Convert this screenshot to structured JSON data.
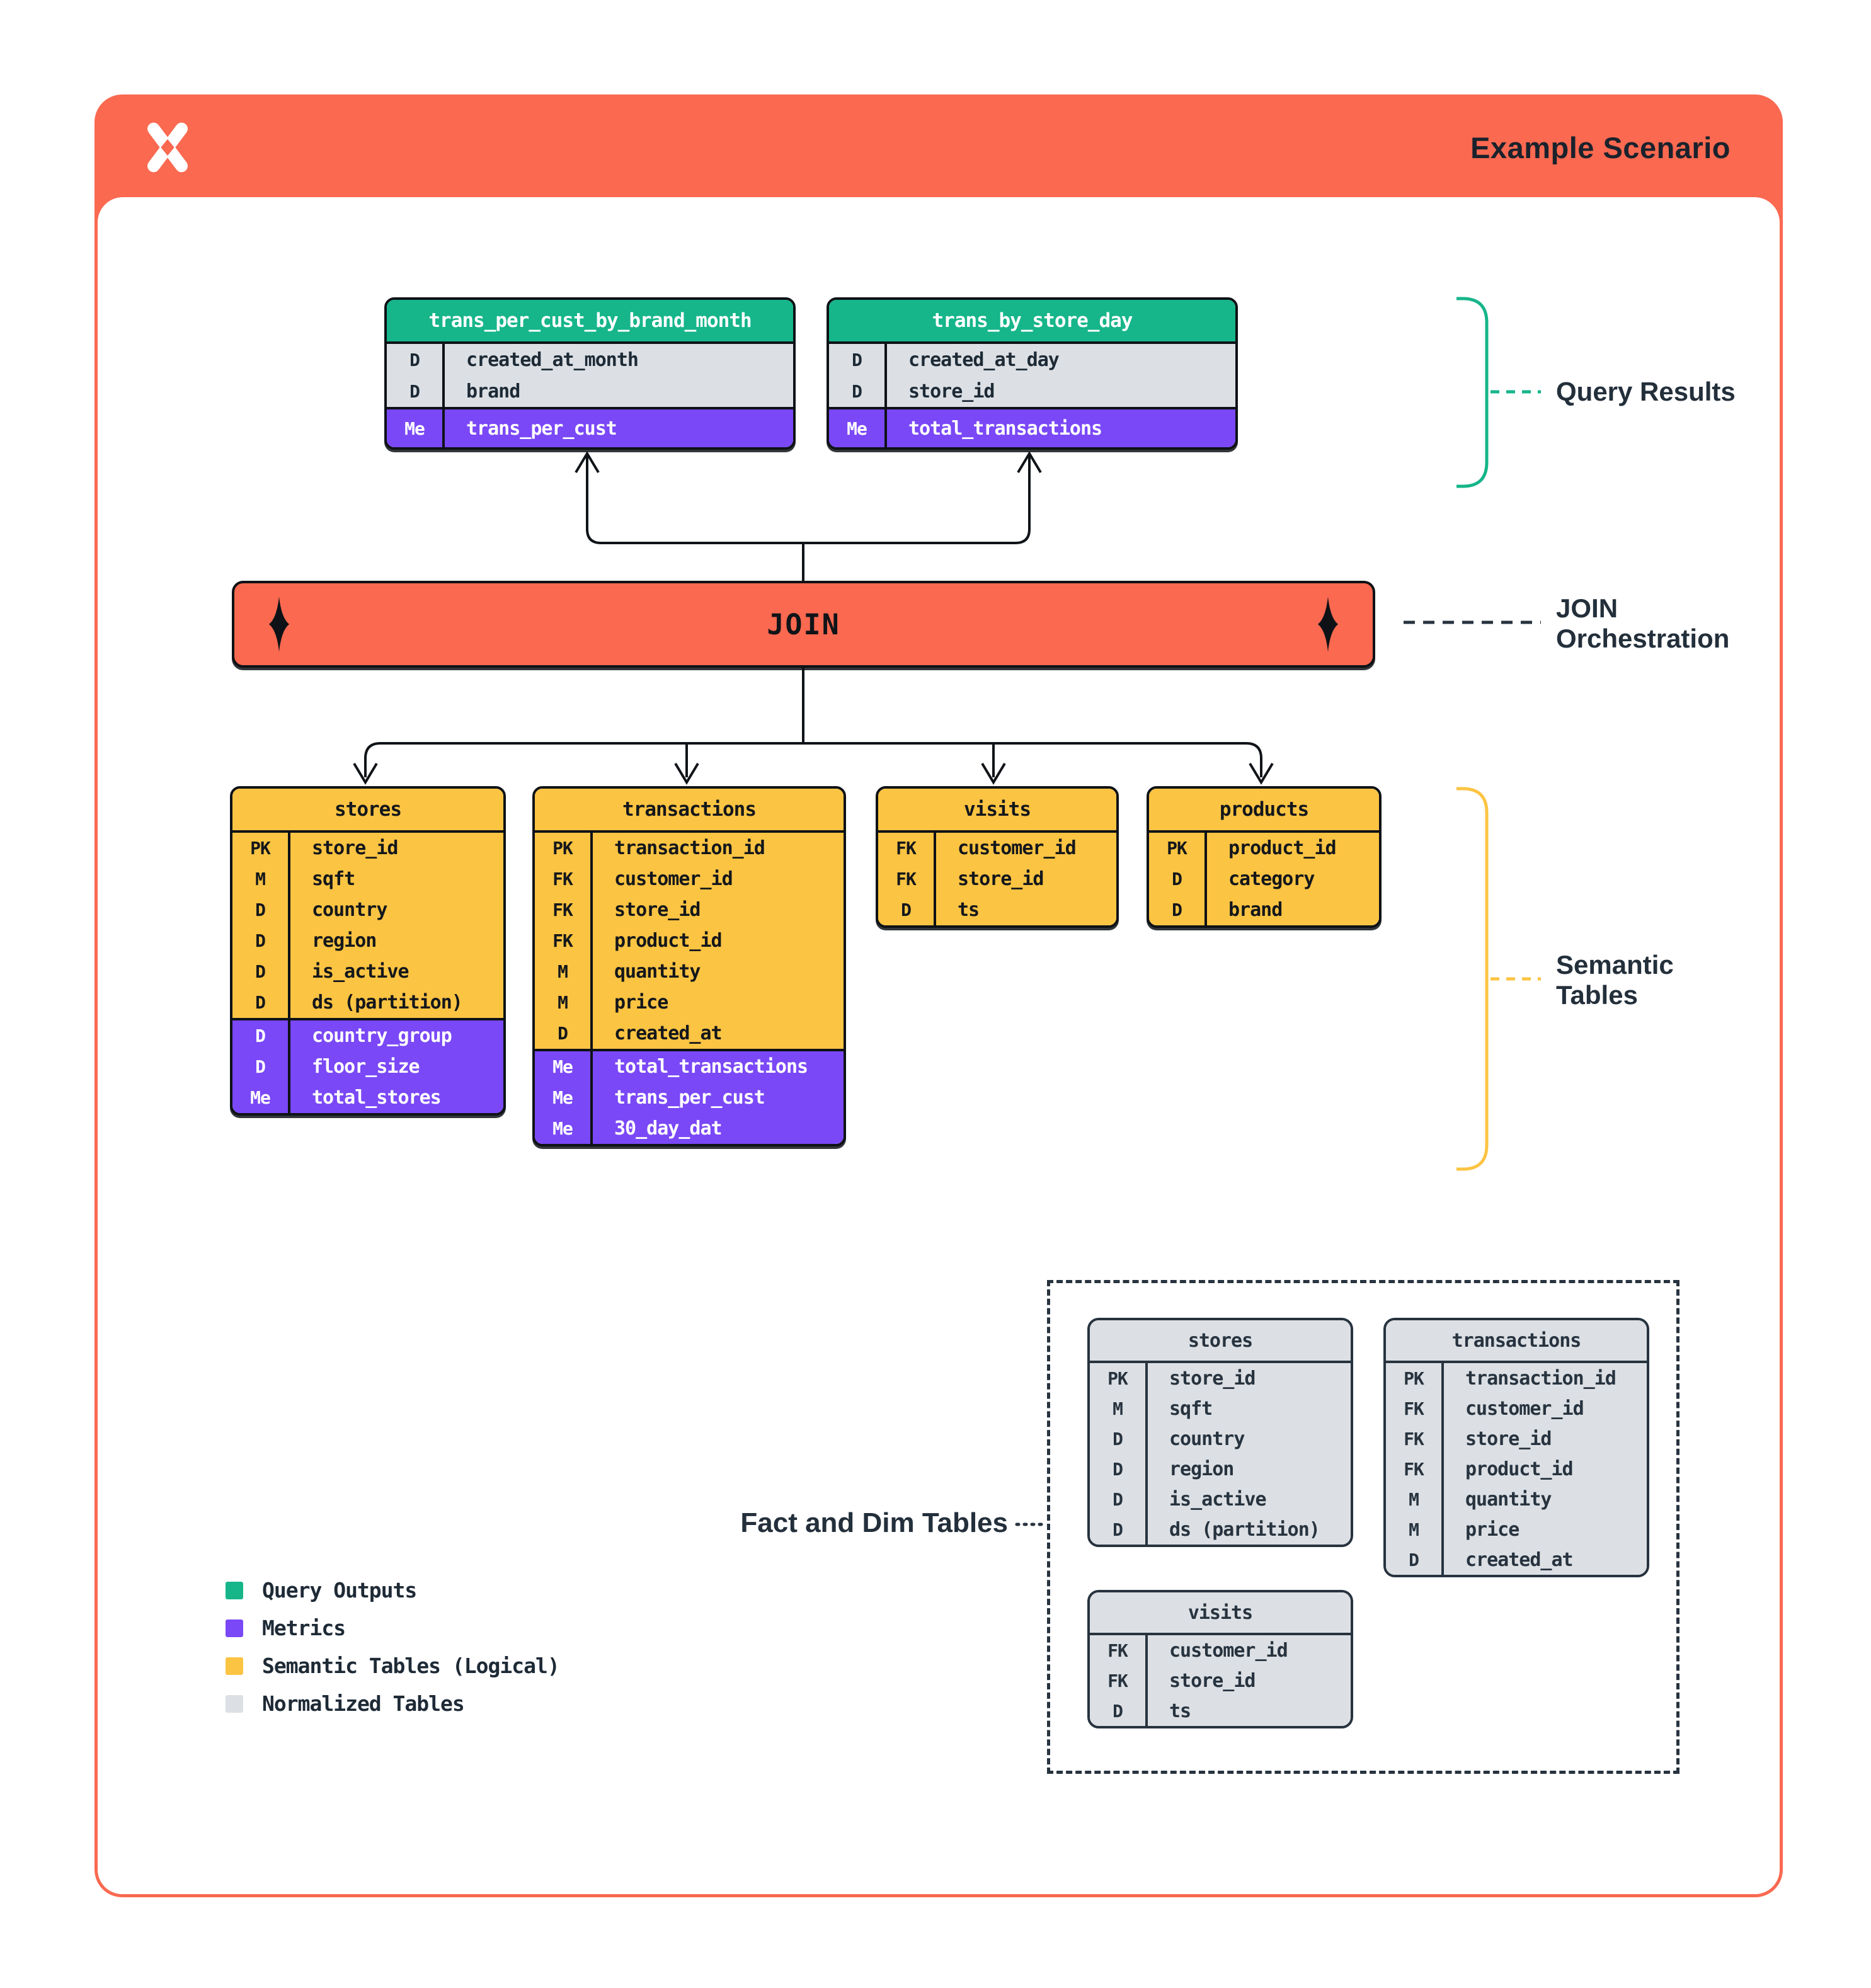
{
  "header": {
    "title": "Example Scenario"
  },
  "join": {
    "label": "JOIN"
  },
  "annotations": {
    "query_results": "Query Results",
    "join_orchestration": "JOIN Orchestration",
    "semantic_tables": "Semantic Tables",
    "fact_and_dim": "Fact and Dim Tables"
  },
  "query_tables": [
    {
      "title": "trans_per_cust_by_brand_month",
      "rows": [
        [
          "D",
          "created_at_month"
        ],
        [
          "D",
          "brand"
        ]
      ],
      "metrics": [
        [
          "Me",
          "trans_per_cust"
        ]
      ]
    },
    {
      "title": "trans_by_store_day",
      "rows": [
        [
          "D",
          "created_at_day"
        ],
        [
          "D",
          "store_id"
        ]
      ],
      "metrics": [
        [
          "Me",
          "total_transactions"
        ]
      ]
    }
  ],
  "semantic_tables": [
    {
      "title": "stores",
      "rows": [
        [
          "PK",
          "store_id"
        ],
        [
          "M",
          "sqft"
        ],
        [
          "D",
          "country"
        ],
        [
          "D",
          "region"
        ],
        [
          "D",
          "is_active"
        ],
        [
          "D",
          "ds (partition)"
        ]
      ],
      "metrics": [
        [
          "D",
          "country_group"
        ],
        [
          "D",
          "floor_size"
        ],
        [
          "Me",
          "total_stores"
        ]
      ]
    },
    {
      "title": "transactions",
      "rows": [
        [
          "PK",
          "transaction_id"
        ],
        [
          "FK",
          "customer_id"
        ],
        [
          "FK",
          "store_id"
        ],
        [
          "FK",
          "product_id"
        ],
        [
          "M",
          "quantity"
        ],
        [
          "M",
          "price"
        ],
        [
          "D",
          "created_at"
        ]
      ],
      "metrics": [
        [
          "Me",
          "total_transactions"
        ],
        [
          "Me",
          "trans_per_cust"
        ],
        [
          "Me",
          "30_day_dat"
        ]
      ]
    },
    {
      "title": "visits",
      "rows": [
        [
          "FK",
          "customer_id"
        ],
        [
          "FK",
          "store_id"
        ],
        [
          "D",
          "ts"
        ]
      ],
      "metrics": []
    },
    {
      "title": "products",
      "rows": [
        [
          "PK",
          "product_id"
        ],
        [
          "D",
          "category"
        ],
        [
          "D",
          "brand"
        ]
      ],
      "metrics": []
    }
  ],
  "normalized_tables": [
    {
      "title": "stores",
      "rows": [
        [
          "PK",
          "store_id"
        ],
        [
          "M",
          "sqft"
        ],
        [
          "D",
          "country"
        ],
        [
          "D",
          "region"
        ],
        [
          "D",
          "is_active"
        ],
        [
          "D",
          "ds (partition)"
        ]
      ],
      "metrics": []
    },
    {
      "title": "transactions",
      "rows": [
        [
          "PK",
          "transaction_id"
        ],
        [
          "FK",
          "customer_id"
        ],
        [
          "FK",
          "store_id"
        ],
        [
          "FK",
          "product_id"
        ],
        [
          "M",
          "quantity"
        ],
        [
          "M",
          "price"
        ],
        [
          "D",
          "created_at"
        ]
      ],
      "metrics": []
    },
    {
      "title": "visits",
      "rows": [
        [
          "FK",
          "customer_id"
        ],
        [
          "FK",
          "store_id"
        ],
        [
          "D",
          "ts"
        ]
      ],
      "metrics": []
    }
  ],
  "legend": [
    {
      "label": "Query Outputs",
      "color": "#16B58A"
    },
    {
      "label": "Metrics",
      "color": "#7A48F6"
    },
    {
      "label": "Semantic Tables (Logical)",
      "color": "#FCC443"
    },
    {
      "label": "Normalized Tables",
      "color": "#DCE0E4"
    }
  ],
  "colors": {
    "orange": "#FA6950",
    "green": "#16B58A",
    "purple": "#7A48F6",
    "yellow": "#FCC443",
    "gray_row": "#DCE0E4",
    "ink": "#0E1216",
    "navy": "#27333F"
  }
}
